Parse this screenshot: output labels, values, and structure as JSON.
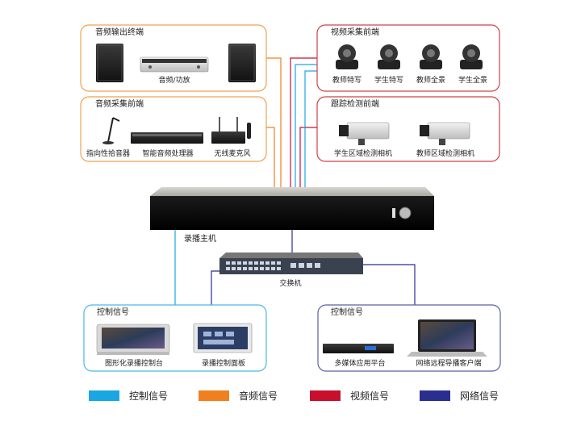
{
  "groups": {
    "audio_output": {
      "title": "音频输出终端",
      "items": [
        "音频/功放"
      ]
    },
    "audio_capture": {
      "title": "音频采集前端",
      "items": [
        "指向性拾音器",
        "智能音频处理器",
        "无线麦克风"
      ]
    },
    "video_capture": {
      "title": "视频采集前端",
      "items": [
        "教师特写",
        "学生特写",
        "教师全景",
        "学生全景"
      ]
    },
    "tracking": {
      "title": "跟踪检测前端",
      "items": [
        "学生区域检测相机",
        "教师区域检测相机"
      ]
    },
    "control_left": {
      "title": "控制信号",
      "items": [
        "图形化录播控制台",
        "录播控制面板"
      ]
    },
    "control_right": {
      "title": "控制信号",
      "items": [
        "多媒体应用平台",
        "网络远程导播客户端"
      ]
    }
  },
  "main_host": {
    "label": "录播主机"
  },
  "switch": {
    "label": "交换机"
  },
  "legend": [
    {
      "label": "控制信号",
      "color": "#1aa6e0"
    },
    {
      "label": "音频信号",
      "color": "#f07f1e"
    },
    {
      "label": "视频信号",
      "color": "#c8102e"
    },
    {
      "label": "网络信号",
      "color": "#2a2f8f"
    }
  ],
  "colors": {
    "panel_audio": "#f0a050",
    "panel_video": "#d0404e",
    "panel_control": "#4bb8e6",
    "panel_network": "#5a5fa0"
  }
}
